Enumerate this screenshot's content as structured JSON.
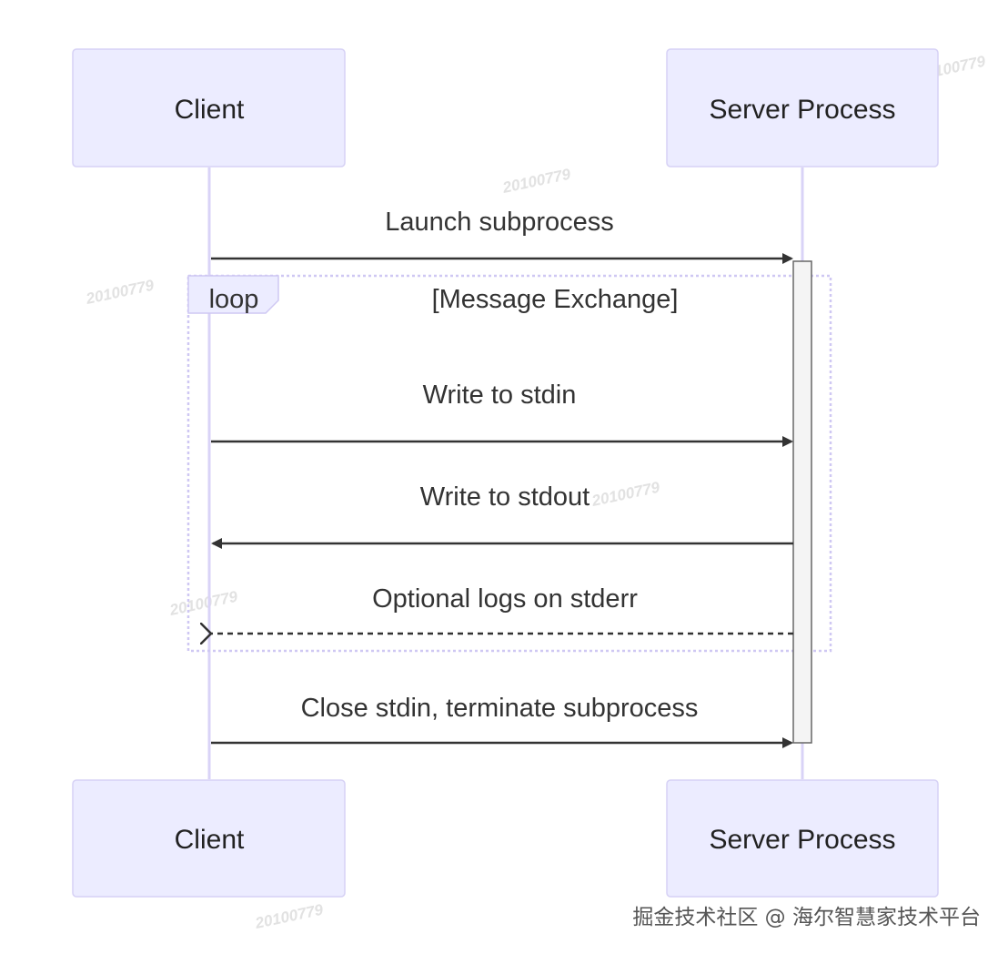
{
  "participants": [
    {
      "id": "client",
      "label": "Client"
    },
    {
      "id": "server",
      "label": "Server Process"
    }
  ],
  "messages": [
    {
      "from": "client",
      "to": "server",
      "label": "Launch subprocess",
      "style": "solid"
    },
    {
      "from": "client",
      "to": "server",
      "label": "Write to stdin",
      "style": "solid"
    },
    {
      "from": "server",
      "to": "client",
      "label": "Write to stdout",
      "style": "solid"
    },
    {
      "from": "server",
      "to": "client",
      "label": "Optional logs on stderr",
      "style": "dotted"
    },
    {
      "from": "client",
      "to": "server",
      "label": "Close stdin, terminate subprocess",
      "style": "solid"
    }
  ],
  "loop": {
    "keyword": "loop",
    "condition": "[Message Exchange]"
  },
  "watermark": "20100779",
  "footer": "掘金技术社区 @ 海尔智慧家技术平台",
  "colors": {
    "actor_fill": "#ECECFF",
    "actor_border": "#D6D1F5",
    "lifeline": "#D9D3F7",
    "arrow": "#333333",
    "activation_fill": "#F4F4F4",
    "loop_border": "#CFC8F3"
  }
}
